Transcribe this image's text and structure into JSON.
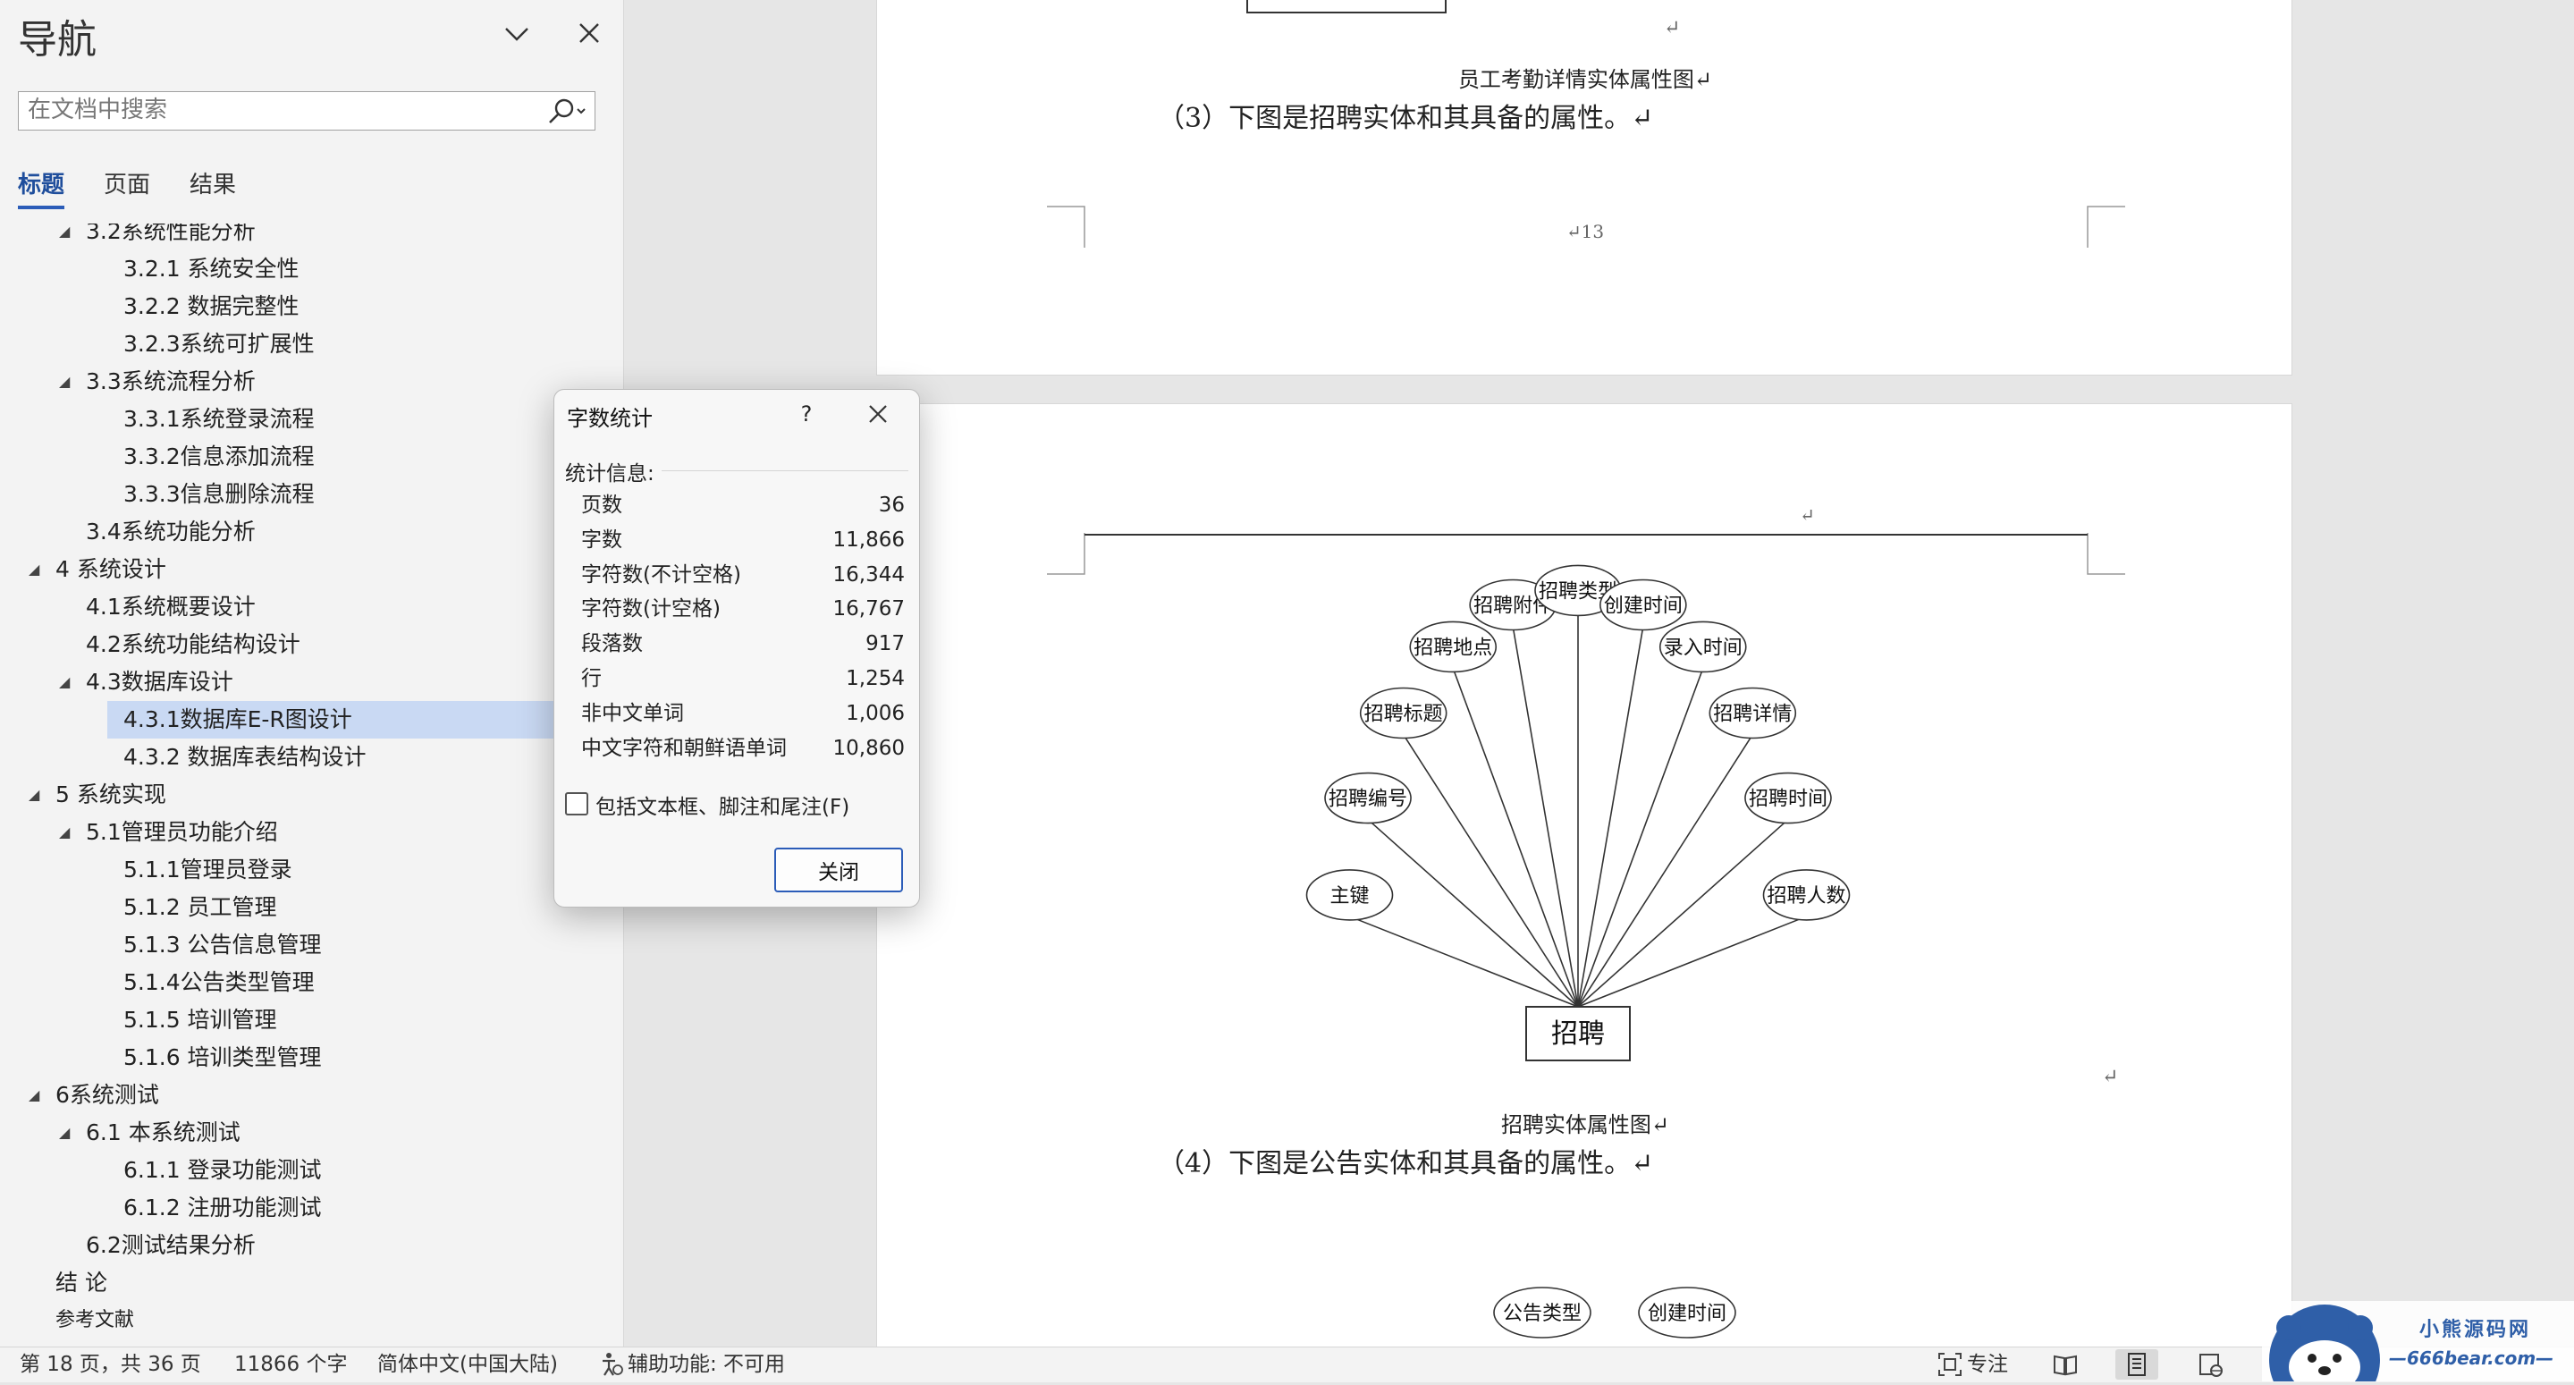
{
  "nav": {
    "title": "导航",
    "search_placeholder": "在文档中搜索",
    "tabs": [
      {
        "label": "标题",
        "active": true
      },
      {
        "label": "页面",
        "active": false
      },
      {
        "label": "结果",
        "active": false
      }
    ],
    "tree": [
      {
        "label": "3.2系统性能分析",
        "level": 1,
        "expanded": true,
        "partial": true
      },
      {
        "label": "3.2.1 系统安全性",
        "level": 2
      },
      {
        "label": "3.2.2 数据完整性",
        "level": 2
      },
      {
        "label": "3.2.3系统可扩展性",
        "level": 2
      },
      {
        "label": "3.3系统流程分析",
        "level": 1,
        "expanded": true
      },
      {
        "label": "3.3.1系统登录流程",
        "level": 2
      },
      {
        "label": "3.3.2信息添加流程",
        "level": 2
      },
      {
        "label": "3.3.3信息删除流程",
        "level": 2
      },
      {
        "label": "3.4系统功能分析",
        "level": 1
      },
      {
        "label": "4 系统设计",
        "level": 0,
        "expanded": true
      },
      {
        "label": "4.1系统概要设计",
        "level": 1
      },
      {
        "label": "4.2系统功能结构设计",
        "level": 1
      },
      {
        "label": "4.3数据库设计",
        "level": 1,
        "expanded": true
      },
      {
        "label": "4.3.1数据库E-R图设计",
        "level": 2,
        "selected": true
      },
      {
        "label": "4.3.2 数据库表结构设计",
        "level": 2
      },
      {
        "label": "5 系统实现",
        "level": 0,
        "expanded": true
      },
      {
        "label": "5.1管理员功能介绍",
        "level": 1,
        "expanded": true
      },
      {
        "label": "5.1.1管理员登录",
        "level": 2
      },
      {
        "label": "5.1.2 员工管理",
        "level": 2
      },
      {
        "label": "5.1.3 公告信息管理",
        "level": 2
      },
      {
        "label": "5.1.4公告类型管理",
        "level": 2
      },
      {
        "label": "5.1.5 培训管理",
        "level": 2
      },
      {
        "label": "5.1.6 培训类型管理",
        "level": 2
      },
      {
        "label": "6系统测试",
        "level": 0,
        "expanded": true
      },
      {
        "label": "6.1  本系统测试",
        "level": 1,
        "expanded": true
      },
      {
        "label": "6.1.1 登录功能测试",
        "level": 2
      },
      {
        "label": "6.1.2 注册功能测试",
        "level": 2
      },
      {
        "label": "6.2测试结果分析",
        "level": 1
      },
      {
        "label": "结  论",
        "level": 0
      },
      {
        "label": "参考文献",
        "level": 0,
        "small": true
      }
    ]
  },
  "document": {
    "page1": {
      "caption": "员工考勤详情实体属性图↵",
      "paragraph": "（3）下图是招聘实体和其具备的属性。↵",
      "page_number": "↵13",
      "return_mark": "↵"
    },
    "page2": {
      "header_mark": "↵",
      "entity": "招聘",
      "attributes": [
        "主键",
        "招聘编号",
        "招聘标题",
        "招聘地点",
        "招聘附件",
        "招聘类型",
        "创建时间",
        "录入时间",
        "招聘详情",
        "招聘时间",
        "招聘人数"
      ],
      "return_mark": "↵",
      "caption": "招聘实体属性图↵",
      "paragraph": "（4）下图是公告实体和其具备的属性。↵",
      "next_attributes": [
        "公告类型",
        "创建时间"
      ]
    }
  },
  "dialog": {
    "title": "字数统计",
    "help": "?",
    "section": "统计信息:",
    "stats": [
      {
        "label": "页数",
        "value": "36"
      },
      {
        "label": "字数",
        "value": "11,866"
      },
      {
        "label": "字符数(不计空格)",
        "value": "16,344"
      },
      {
        "label": "字符数(计空格)",
        "value": "16,767"
      },
      {
        "label": "段落数",
        "value": "917"
      },
      {
        "label": "行",
        "value": "1,254"
      },
      {
        "label": "非中文单词",
        "value": "1,006"
      },
      {
        "label": "中文字符和朝鲜语单词",
        "value": "10,860"
      }
    ],
    "checkbox_label": "包括文本框、脚注和尾注(F)",
    "checkbox_checked": false,
    "close_label": "关闭"
  },
  "statusbar": {
    "page_info": "第 18 页，共 36 页",
    "word_count": "11866 个字",
    "language": "简体中文(中国大陆)",
    "accessibility": "辅助功能: 不可用",
    "focus": "专注"
  },
  "watermark": {
    "name": "小熊源码网",
    "url": "—666bear.com—"
  }
}
